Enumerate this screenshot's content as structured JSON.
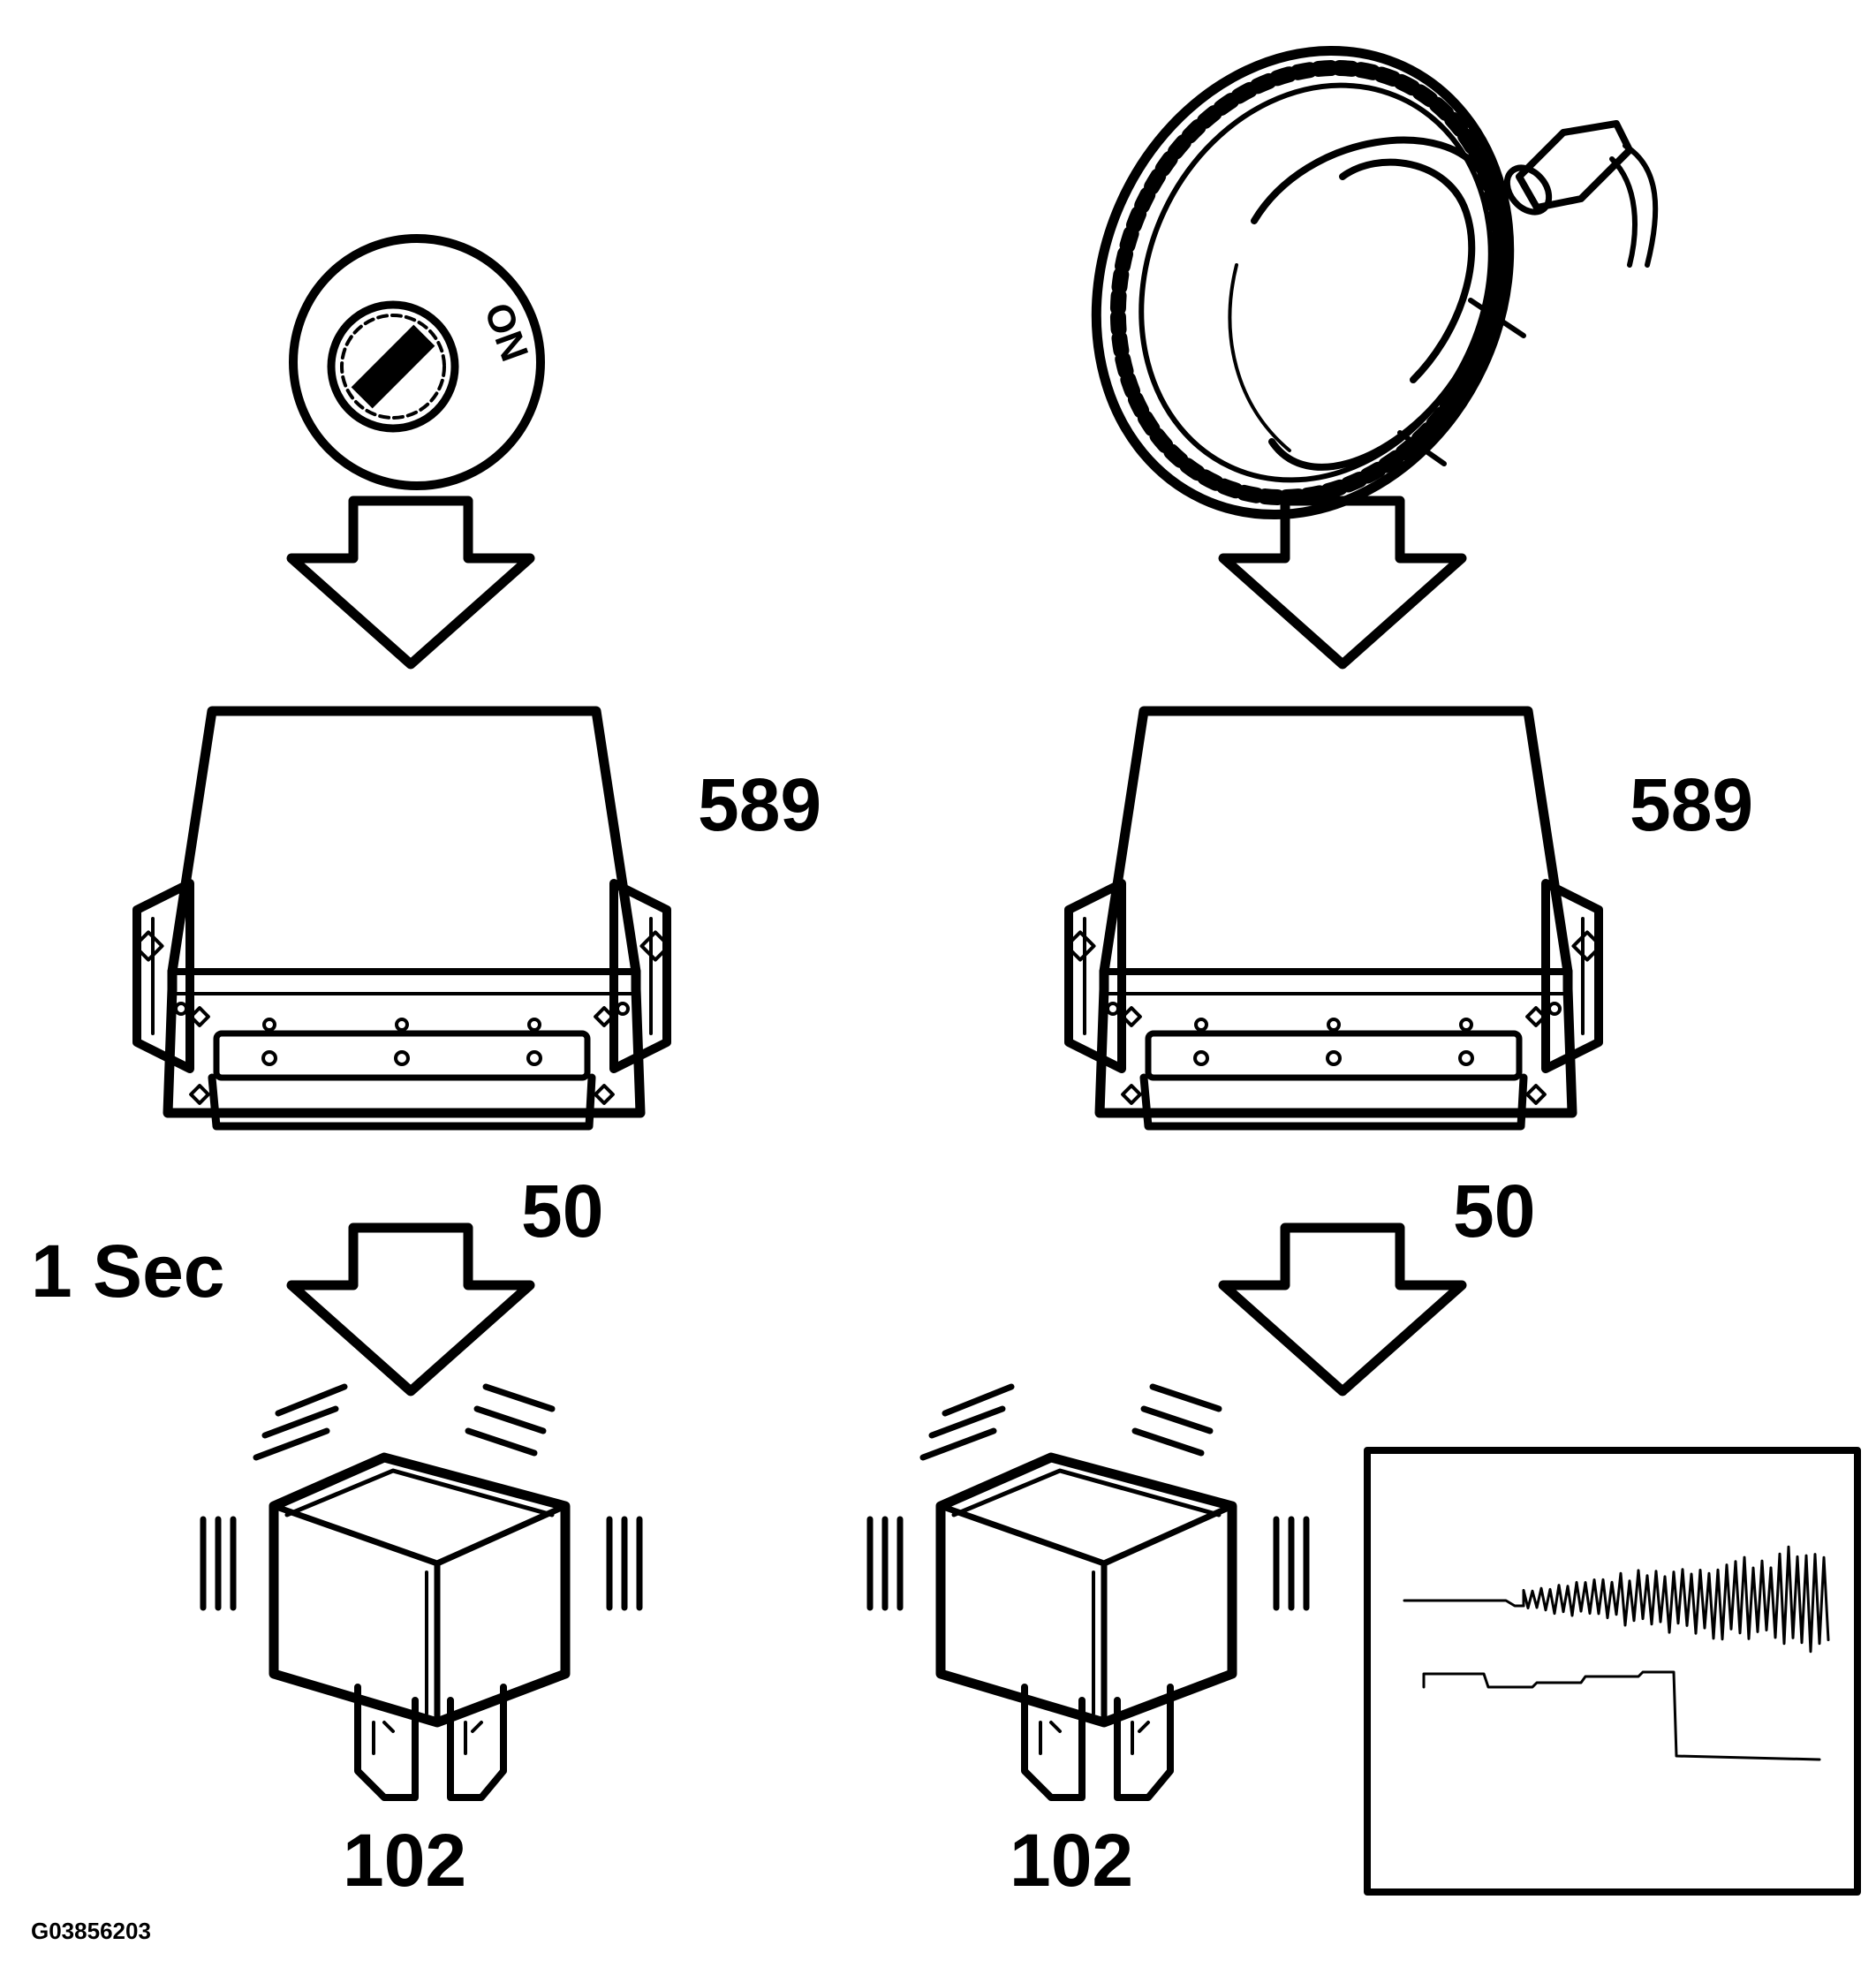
{
  "ignition_switch": {
    "position_label": "ON"
  },
  "left_column": {
    "control_module_label": "589",
    "connector_label": "50",
    "timing_label": "1 Sec",
    "relay_label": "102"
  },
  "right_column": {
    "control_module_label": "589",
    "connector_label": "50",
    "relay_label": "102"
  },
  "figure_id": "G03856203"
}
